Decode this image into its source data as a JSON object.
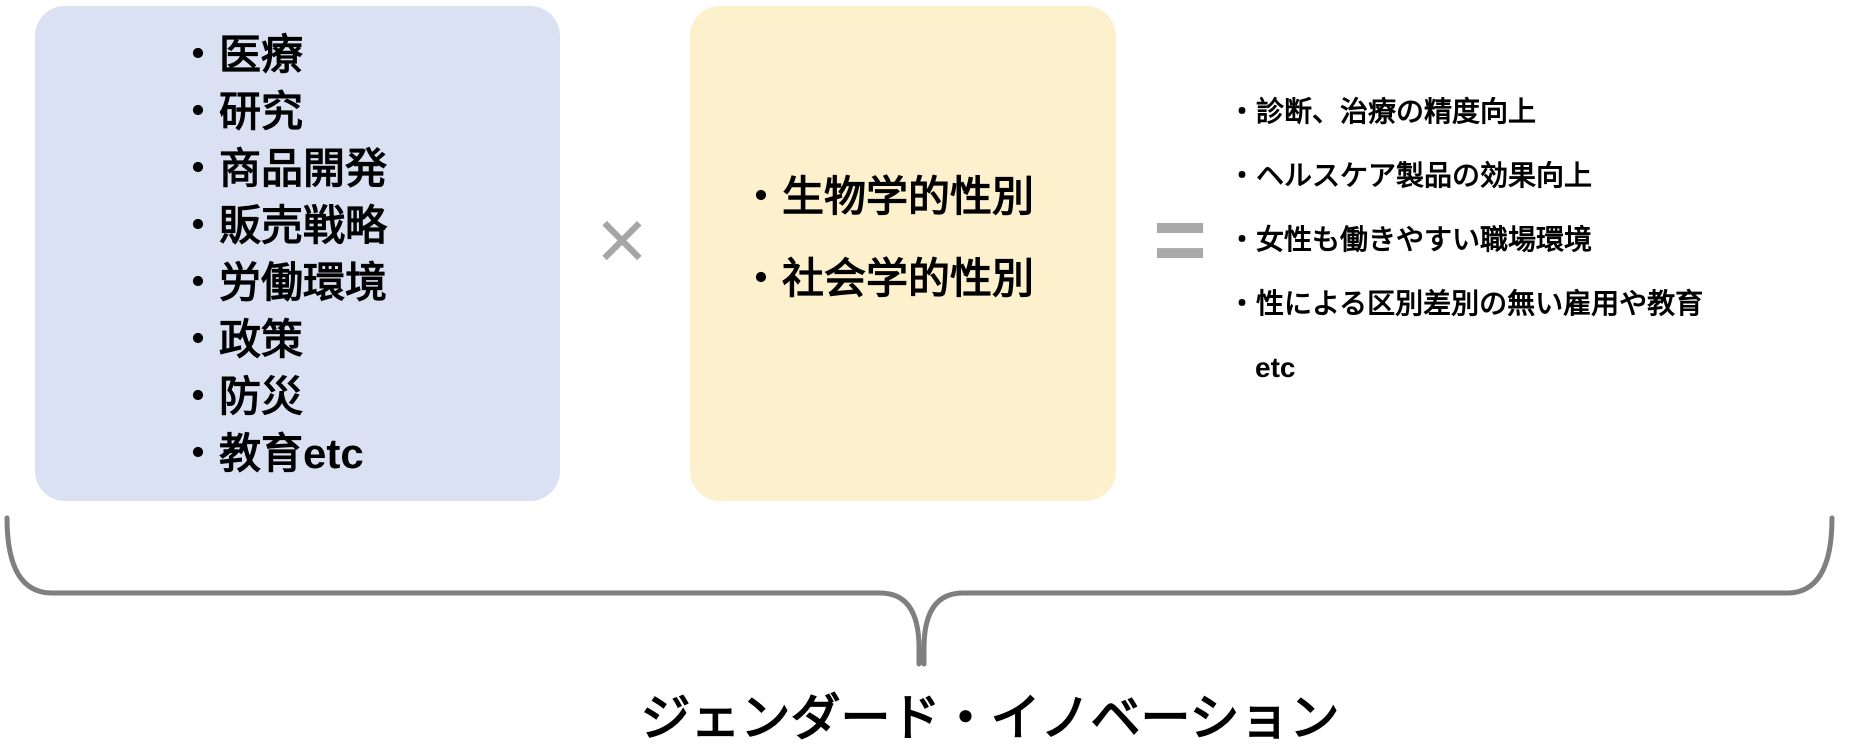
{
  "boxes": {
    "domains": {
      "items": [
        "・医療",
        "・研究",
        "・商品開発",
        "・販売戦略",
        "・労働環境",
        "・政策",
        "・防災",
        "・教育etc"
      ],
      "bg_color": "#d9e1f2"
    },
    "sexes": {
      "items": [
        "・生物学的性別",
        "・社会学的性別"
      ],
      "bg_color": "#fdf0cd"
    }
  },
  "operators": {
    "multiply": "×",
    "equals": "=",
    "color": "#a6a6a6"
  },
  "outcomes": {
    "items": [
      "・診断、治療の精度向上",
      "・ヘルスケア製品の効果向上",
      "・女性も働きやすい職場環境",
      "・性による区別差別の無い雇用や教育",
      "etc"
    ]
  },
  "brace": {
    "label": "ジェンダード・イノベーション",
    "color": "#7f7f7f"
  },
  "colors": {
    "background": "#ffffff",
    "text": "#000000",
    "domain_box_bg": "#d9e1f2",
    "sex_box_bg": "#fdf0cd",
    "operator_gray": "#a6a6a6",
    "brace_gray": "#7f7f7f"
  }
}
